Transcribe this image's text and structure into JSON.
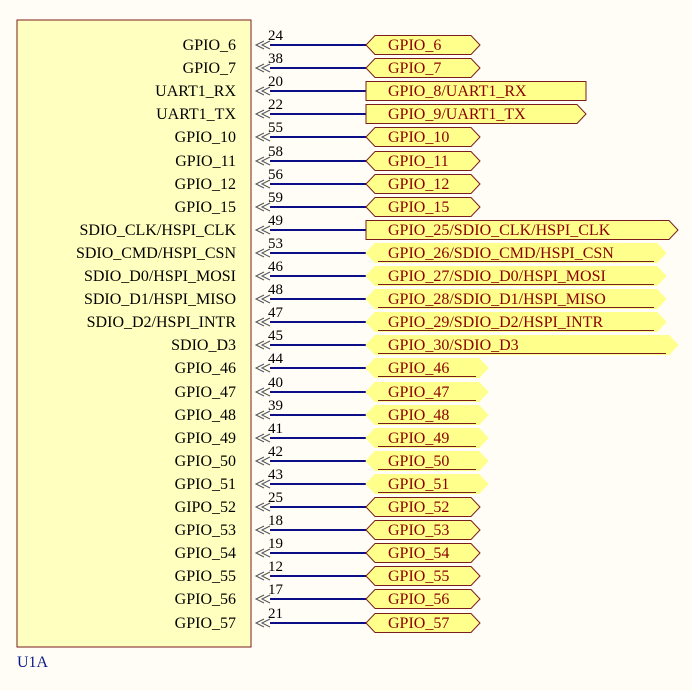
{
  "component": {
    "designator": "U1A",
    "body_color": "#ffffc0",
    "body_border_color": "#7a1d1d"
  },
  "colors": {
    "wire": "#0b0e86",
    "flag_fill": "#ffff8c",
    "flag_border": "#7a1d1d",
    "net_text": "#8a0000",
    "pin_text": "#000000",
    "designator_text": "#0a1a8c"
  },
  "pins": [
    {
      "name": "GPIO_6",
      "number": "24",
      "net": "GPIO_6",
      "flag": "hex"
    },
    {
      "name": "GPIO_7",
      "number": "38",
      "net": "GPIO_7",
      "flag": "hex"
    },
    {
      "name": "UART1_RX",
      "number": "20",
      "net": "GPIO_8/UART1_RX",
      "flag": "rect"
    },
    {
      "name": "UART1_TX",
      "number": "22",
      "net": "GPIO_9/UART1_TX",
      "flag": "arrow"
    },
    {
      "name": "GPIO_10",
      "number": "55",
      "net": "GPIO_10",
      "flag": "hex"
    },
    {
      "name": "GPIO_11",
      "number": "58",
      "net": "GPIO_11",
      "flag": "hex"
    },
    {
      "name": "GPIO_12",
      "number": "56",
      "net": "GPIO_12",
      "flag": "hex"
    },
    {
      "name": "GPIO_15",
      "number": "59",
      "net": "GPIO_15",
      "flag": "hex"
    },
    {
      "name": "SDIO_CLK/HSPI_CLK",
      "number": "49",
      "net": "GPIO_25/SDIO_CLK/HSPI_CLK",
      "flag": "arrow"
    },
    {
      "name": "SDIO_CMD/HSPI_CSN",
      "number": "53",
      "net": "GPIO_26/SDIO_CMD/HSPI_CSN",
      "flag": "hex"
    },
    {
      "name": "SDIO_D0/HSPI_MOSI",
      "number": "46",
      "net": "GPIO_27/SDIO_D0/HSPI_MOSI",
      "flag": "hex"
    },
    {
      "name": "SDIO_D1/HSPI_MISO",
      "number": "48",
      "net": "GPIO_28/SDIO_D1/HSPI_MISO",
      "flag": "hex"
    },
    {
      "name": "SDIO_D2/HSPI_INTR",
      "number": "47",
      "net": "GPIO_29/SDIO_D2/HSPI_INTR",
      "flag": "hex"
    },
    {
      "name": "SDIO_D3",
      "number": "45",
      "net": "GPIO_30/SDIO_D3",
      "flag": "hex"
    },
    {
      "name": "GPIO_46",
      "number": "44",
      "net": "GPIO_46",
      "flag": "hex"
    },
    {
      "name": "GPIO_47",
      "number": "40",
      "net": "GPIO_47",
      "flag": "hex"
    },
    {
      "name": "GPIO_48",
      "number": "39",
      "net": "GPIO_48",
      "flag": "hex"
    },
    {
      "name": "GPIO_49",
      "number": "41",
      "net": "GPIO_49",
      "flag": "hex"
    },
    {
      "name": "GPIO_50",
      "number": "42",
      "net": "GPIO_50",
      "flag": "hex"
    },
    {
      "name": "GPIO_51",
      "number": "43",
      "net": "GPIO_51",
      "flag": "hex"
    },
    {
      "name": "GIPO_52",
      "number": "25",
      "net": "GPIO_52",
      "flag": "hex"
    },
    {
      "name": "GPIO_53",
      "number": "18",
      "net": "GPIO_53",
      "flag": "hex"
    },
    {
      "name": "GPIO_54",
      "number": "19",
      "net": "GPIO_54",
      "flag": "hex"
    },
    {
      "name": "GPIO_55",
      "number": "12",
      "net": "GPIO_55",
      "flag": "hex"
    },
    {
      "name": "GPIO_56",
      "number": "17",
      "net": "GPIO_56",
      "flag": "hex"
    },
    {
      "name": "GPIO_57",
      "number": "21",
      "net": "GPIO_57",
      "flag": "hex"
    }
  ]
}
